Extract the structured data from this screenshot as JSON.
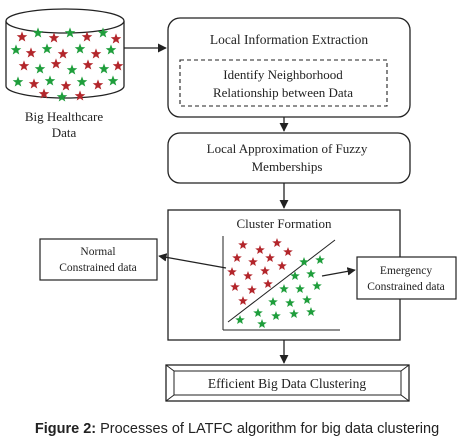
{
  "database": {
    "label_line1": "Big Healthcare",
    "label_line2": "Data"
  },
  "local_extraction": {
    "title": "Local Information Extraction",
    "inner_line1": "Identify Neighborhood",
    "inner_line2": "Relationship between Data"
  },
  "fuzzy": {
    "line1": "Local Approximation of Fuzzy",
    "line2": "Memberships"
  },
  "cluster": {
    "title": "Cluster Formation",
    "normal_line1": "Normal",
    "normal_line2": "Constrained data",
    "emergency_line1": "Emergency",
    "emergency_line2": "Constrained data"
  },
  "final": {
    "label": "Efficient Big Data Clustering"
  },
  "caption": {
    "prefix": "Figure 2:",
    "text": " Processes of LATFC algorithm for big data clustering"
  },
  "colors": {
    "red_star": "#b3262b",
    "green_star": "#1f9e3c",
    "line": "#222222"
  }
}
